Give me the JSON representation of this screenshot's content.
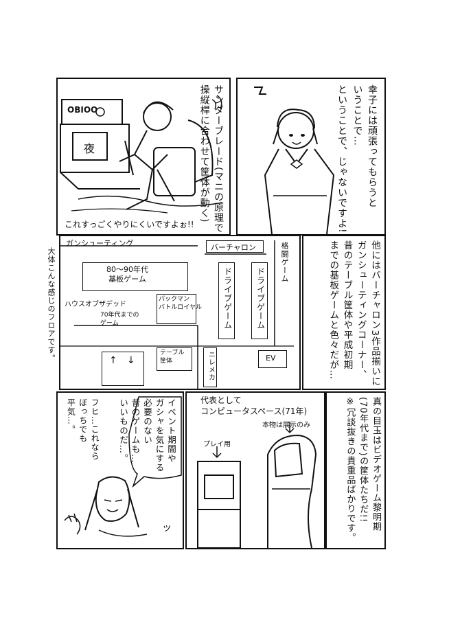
{
  "panel1": {
    "caption": "これすっごくやりにくいですよぉ!!",
    "narration": "サンダーブレード(マニの原理で\n操縦桿に合わせて筐体が動く)",
    "screen_text": "夜",
    "score_text": "OBIOO"
  },
  "panel2": {
    "bubble": "幸子には頑張ってもらうと\nいうことで…",
    "narration": "ということで、じゃないですよ!!"
  },
  "panel3": {
    "narration": "他にはバーチャロン3作品揃いに\nガンシューティングコーナー、\n昔のテーブル筐体や平成初期\nまでの基板ゲームと色々だが…",
    "side_note": "大体こんな感じのフロアです。",
    "map": {
      "gun_shooting": "ガンシューティング",
      "virtual_on": "バーチャロン",
      "fighting": "格闘ゲーム",
      "pcb_games": "80～90年代\n基板ゲーム",
      "house_of_dead": "ハウスオブザデッド",
      "pacman": "パックマン\nバトルロイヤル",
      "games_70s": "70年代までの\nゲーム",
      "drive_game_1": "ドライブゲーム",
      "drive_game_2": "ドライブゲーム",
      "table_cabinet": "テーブル\n筐体",
      "ufo_catcher": "ニレメカ",
      "ev": "EV",
      "arrow_up": "↑",
      "arrow_down": "↓"
    }
  },
  "panel4": {
    "narration": "真の目玉はビデオゲーム黎明期\n(70年代まで)の筐体たちだ!!\n※冗談抜きの貴重品ばかりです。"
  },
  "panel5": {
    "label_top": "代表として\nコンピュータスペース(71年)",
    "label_note": "本物は展示のみ",
    "label_play": "プレイ用"
  },
  "panel6": {
    "bubble": "イベント期間や\nガシャを気にする\n必要のない\n昔のゲームも…\nいいものだ…。",
    "aside": "フヒ…これなら\nぼっちでも\n平気…。",
    "sfx": "ッ"
  }
}
